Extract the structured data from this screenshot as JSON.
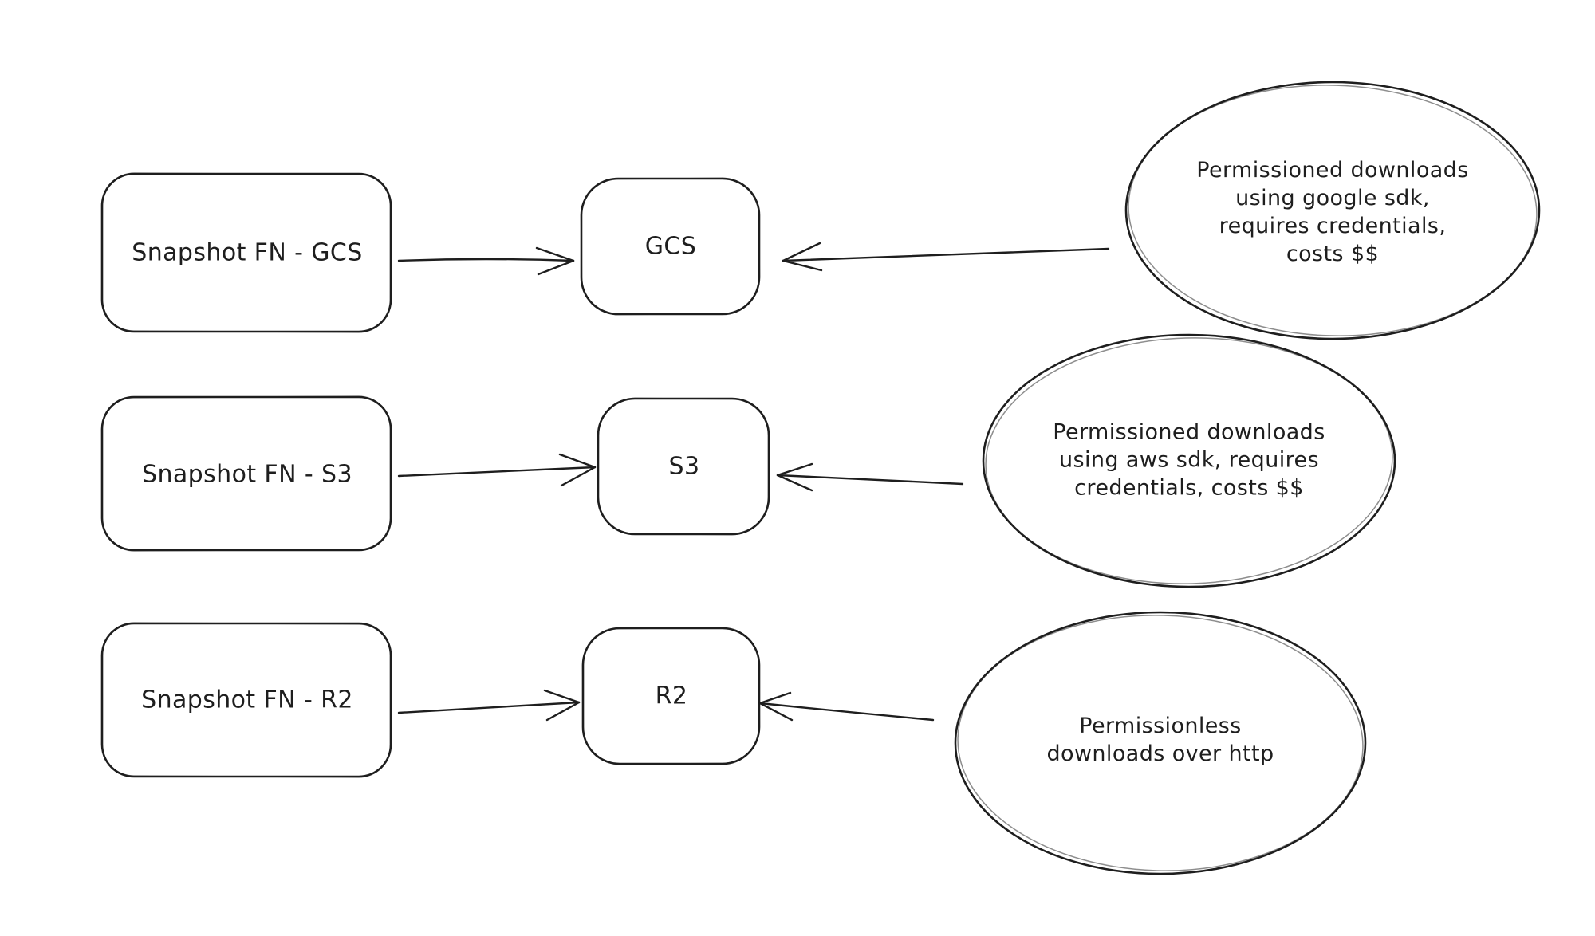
{
  "diagram": {
    "colors": {
      "stroke": "#1e1e1e",
      "background": "#ffffff"
    },
    "rows": [
      {
        "source": "Snapshot FN - GCS",
        "target": "GCS",
        "note_lines": [
          "Permissioned downloads",
          "using google sdk,",
          "requires credentials,",
          "costs $$"
        ]
      },
      {
        "source": "Snapshot FN - S3",
        "target": "S3",
        "note_lines": [
          "Permissioned downloads",
          "using aws sdk, requires",
          "credentials, costs $$"
        ]
      },
      {
        "source": "Snapshot FN - R2",
        "target": "R2",
        "note_lines": [
          "Permissionless",
          "downloads over http"
        ]
      }
    ]
  }
}
